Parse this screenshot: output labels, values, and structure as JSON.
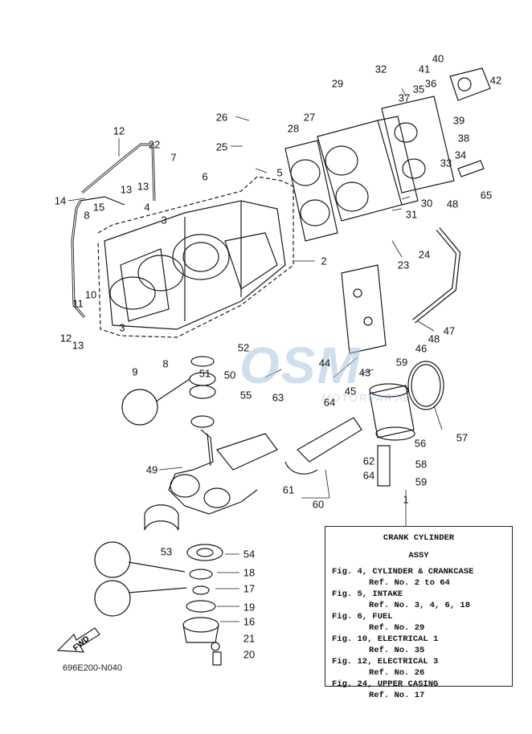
{
  "callouts": {
    "n1": "1",
    "n2": "2",
    "n3a": "3",
    "n3b": "3",
    "n4": "4",
    "n5": "5",
    "n6": "6",
    "n7": "7",
    "n8a": "8",
    "n8b": "8",
    "n9": "9",
    "n10": "10",
    "n11": "11",
    "n12a": "12",
    "n12b": "12",
    "n13a": "13",
    "n13b": "13",
    "n13c": "13",
    "n14": "14",
    "n15": "15",
    "n16": "16",
    "n17": "17",
    "n18": "18",
    "n19": "19",
    "n20": "20",
    "n21": "21",
    "n22": "22",
    "n23": "23",
    "n24": "24",
    "n25": "25",
    "n26": "26",
    "n27": "27",
    "n28": "28",
    "n29": "29",
    "n30": "30",
    "n31": "31",
    "n32": "32",
    "n33": "33",
    "n34": "34",
    "n35": "35",
    "n36": "36",
    "n37": "37",
    "n38": "38",
    "n39": "39",
    "n40": "40",
    "n41": "41",
    "n42": "42",
    "n43": "43",
    "n44": "44",
    "n45": "45",
    "n46": "46",
    "n47": "47",
    "n48a": "48",
    "n48b": "48",
    "n49": "49",
    "n50": "50",
    "n51": "51",
    "n52": "52",
    "n53": "53",
    "n54": "54",
    "n55": "55",
    "n56": "56",
    "n57": "57",
    "n58": "58",
    "n59a": "59",
    "n59b": "59",
    "n60": "60",
    "n61": "61",
    "n62": "62",
    "n63": "63",
    "n64a": "64",
    "n64b": "64",
    "n65": "65"
  },
  "info_box": {
    "title": "CRANK CYLINDER",
    "subtitle": "ASSY",
    "refs": [
      {
        "fig": "Fig. 4, CYLINDER & CRANKCASE",
        "ref": "Ref. No. 2 to 64"
      },
      {
        "fig": "Fig. 5, INTAKE",
        "ref": "Ref. No. 3, 4, 6, 18"
      },
      {
        "fig": "Fig. 6, FUEL",
        "ref": "Ref. No. 29"
      },
      {
        "fig": "Fig. 10, ELECTRICAL 1",
        "ref": "Ref. No. 35"
      },
      {
        "fig": "Fig. 12, ELECTRICAL 3",
        "ref": "Ref. No. 26"
      },
      {
        "fig": "Fig. 24, UPPER CASING",
        "ref": "Ref. No. 17"
      }
    ]
  },
  "part_number": "696E200-N040",
  "fwd_label": "FWD",
  "watermark": {
    "brand": "OSM",
    "sub": "MOTORPARTS"
  },
  "colors": {
    "line": "#1a1a1a",
    "watermark": "#aac6df"
  }
}
